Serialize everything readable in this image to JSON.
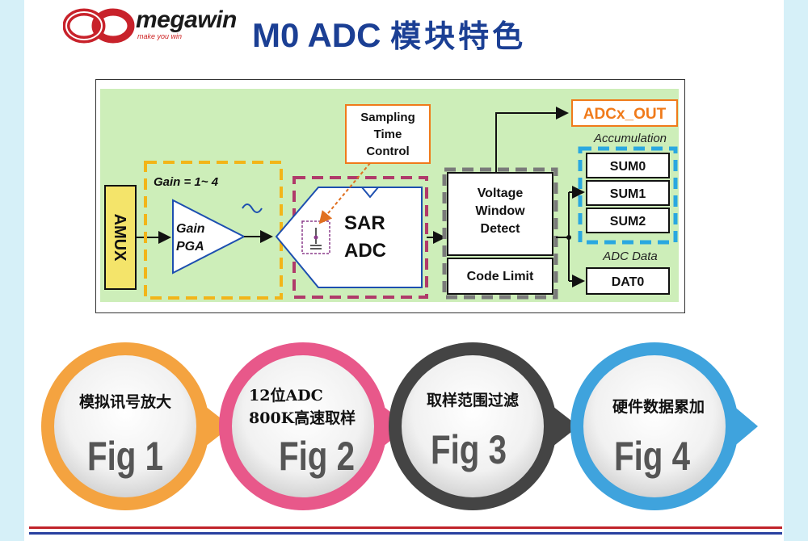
{
  "header": {
    "logo_brand": "megawin",
    "logo_tagline": "make you win",
    "title_prefix": "M0 ADC",
    "title_cn": "模块特色"
  },
  "diagram": {
    "amux": "AMUX",
    "gain_label": "Gain = 1~ 4",
    "pga_line1": "Gain",
    "pga_line2": "PGA",
    "sampling_line1": "Sampling",
    "sampling_line2": "Time",
    "sampling_line3": "Control",
    "sar_line1": "SAR",
    "sar_line2": "ADC",
    "vwd_line1": "Voltage",
    "vwd_line2": "Window",
    "vwd_line3": "Detect",
    "code_limit": "Code Limit",
    "adc_out": "ADCx_OUT",
    "accumulation": "Accumulation",
    "sum0": "SUM0",
    "sum1": "SUM1",
    "sum2": "SUM2",
    "adc_data": "ADC Data",
    "dat0": "DAT0"
  },
  "colors": {
    "title_blue": "#1b3f94",
    "diagram_bg": "#cdeeb9",
    "gain_dash": "#f2b519",
    "sar_dash": "#b03a6a",
    "vwd_dash": "#7a7a7a",
    "accum_dash": "#2aa8e0",
    "adc_out_border": "#f07a1a",
    "amux_fill": "#f4e46a",
    "fig1": "#f4a340",
    "fig2": "#e8588a",
    "fig3": "#444444",
    "fig4": "#3fa3dd"
  },
  "figures": [
    {
      "label": "Fig 1",
      "line1": "模拟讯号放大",
      "line2": ""
    },
    {
      "label": "Fig 2",
      "line1": "12位ADC",
      "line2": "800K高速取样"
    },
    {
      "label": "Fig 3",
      "line1": "取样范围过滤",
      "line2": ""
    },
    {
      "label": "Fig 4",
      "line1": "硬件数据累加",
      "line2": ""
    }
  ]
}
